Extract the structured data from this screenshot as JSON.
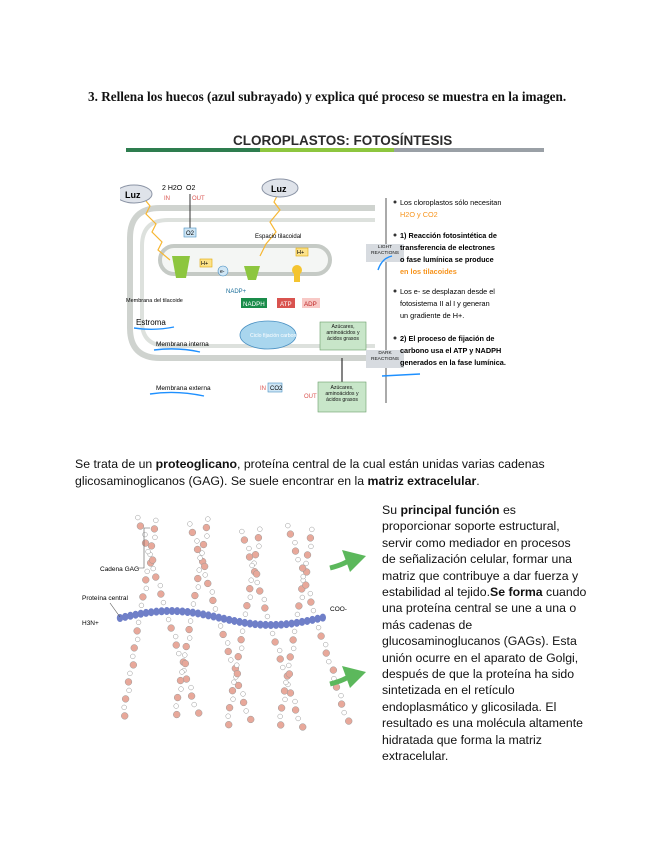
{
  "question": "3. Rellena los huecos (azul subrayado) y explica qué proceso se muestra en la imagen.",
  "figure1": {
    "title": "CLOROPLASTOS: FOTOSÍNTESIS",
    "colors": {
      "title": "#2b2b2b",
      "bar_green": "#2e7d4f",
      "bar_light": "#8dc63f",
      "bar_gray": "#9aa0a6",
      "handwriting": "#1e90ff",
      "orange": "#f7941d"
    },
    "labels": {
      "luz1": "Luz",
      "luz2": "Luz",
      "h2o": "2 H2O",
      "o2": "O2",
      "o2b": "O2",
      "in1": "IN",
      "out1": "OUT",
      "espacio": "Espacio tilacoidal",
      "membrana_tilacoide": "Membrana del tilacoide",
      "estroma": "Estroma",
      "membrana_interna": "Membrana interna",
      "membrana_externa": "Membrana externa",
      "hplus1": "H+",
      "hplus2": "H+",
      "e": "e-",
      "nadp": "NADP+",
      "nadph": "NADPH",
      "atp": "ATP",
      "adp": "ADP",
      "calvin": "Ciclo fijación carbono",
      "box_a": "Azúcares, aminoácidos y ácidos grasos",
      "box_b": "Azúcares, aminoácidos y ácidos grasos",
      "in2": "IN",
      "co2": "CO2",
      "out2": "OUT",
      "light_reactions": "LIGHT REACTIONS",
      "dark_reactions": "DARK REACTIONS"
    },
    "notes": {
      "n1_line1": "Los cloroplastos sólo necesitan",
      "n1_line2": "H2O y CO2",
      "n2_line1": "1) Reacción fotosintética de",
      "n2_line2": "transferencia de electrones",
      "n2_line3": "o fase lumínica se produce",
      "n2_line4": "en los tilacoides",
      "n3_line1": "Los e- se desplazan desde el",
      "n3_line2": "fotosistema II al I y generan",
      "n3_line3": "un gradiente de H+.",
      "n4_line1": "2) El proceso de fijación de",
      "n4_line2": "carbono usa el ATP y NADPH",
      "n4_line3": "generados en la fase lumínica."
    }
  },
  "paragraph1": {
    "p1": "Se trata de un ",
    "b1": "proteoglicano",
    "p2": ", proteína central de la cual están unidas varias cadenas glicosaminoglicanos (GAG). Se suele encontrar en la ",
    "b2": "matriz extracelular",
    "p3": "."
  },
  "figure2": {
    "labels": {
      "cadena": "Cadena GAG",
      "proteina": "Proteína central",
      "h3n": "H3N+",
      "coo": "COO-"
    },
    "colors": {
      "bead": "#e8a89a",
      "protein": "#6f7fc8",
      "arrow": "#5cb85c"
    }
  },
  "paragraph2": {
    "b1": "principal función",
    "p1": " es proporcionar soporte estructural, servir como mediador en procesos de señalización celular, formar una matriz que contribuye a dar fuerza y estabilidad al tejido.",
    "b2": "Se forma",
    "p2": " cuando una proteína central se une a una o más cadenas de glucosaminoglucanos (GAGs). Esta unión ocurre en el aparato de Golgi, después de que la proteína ha sido sintetizada en el retículo endoplasmático y glicosilada. El resultado es una molécula altamente hidratada que forma la matriz extracelular.",
    "prefix": "Su "
  }
}
